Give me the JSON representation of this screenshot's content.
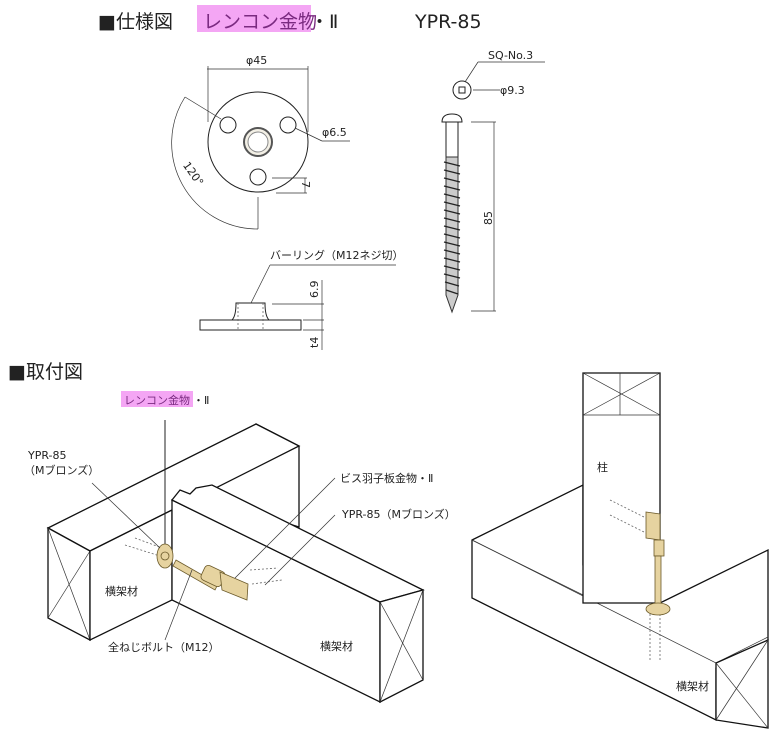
{
  "spec": {
    "heading": "■仕様図",
    "product_name": "レンコン金物",
    "product_suffix": "・Ⅱ",
    "screw_model": "YPR-85",
    "dims": {
      "diameter": "φ45",
      "hole": "φ6.5",
      "angle": "120°",
      "offset": "7",
      "burring_label": "バーリング（M12ネジ切）",
      "boss_height": "6.9",
      "thickness": "t4",
      "drive": "SQ-No.3",
      "head_diameter": "φ9.3",
      "screw_length": "85"
    }
  },
  "install": {
    "heading": "■取付図",
    "product_name": "レンコン金物",
    "product_suffix": "・Ⅱ",
    "labels": {
      "screw_left": "YPR-85",
      "screw_left_finish": "（Mブロンズ）",
      "bracket": "ビス羽子板金物・Ⅱ",
      "screw_right": "YPR-85（Mブロンズ）",
      "bolt": "全ねじボルト（M12）",
      "beam_a": "横架材",
      "beam_b": "横架材",
      "column": "柱",
      "beam_c": "横架材"
    }
  },
  "colors": {
    "highlight": "#f4a6f4",
    "highlight_text": "#7a2a80"
  }
}
